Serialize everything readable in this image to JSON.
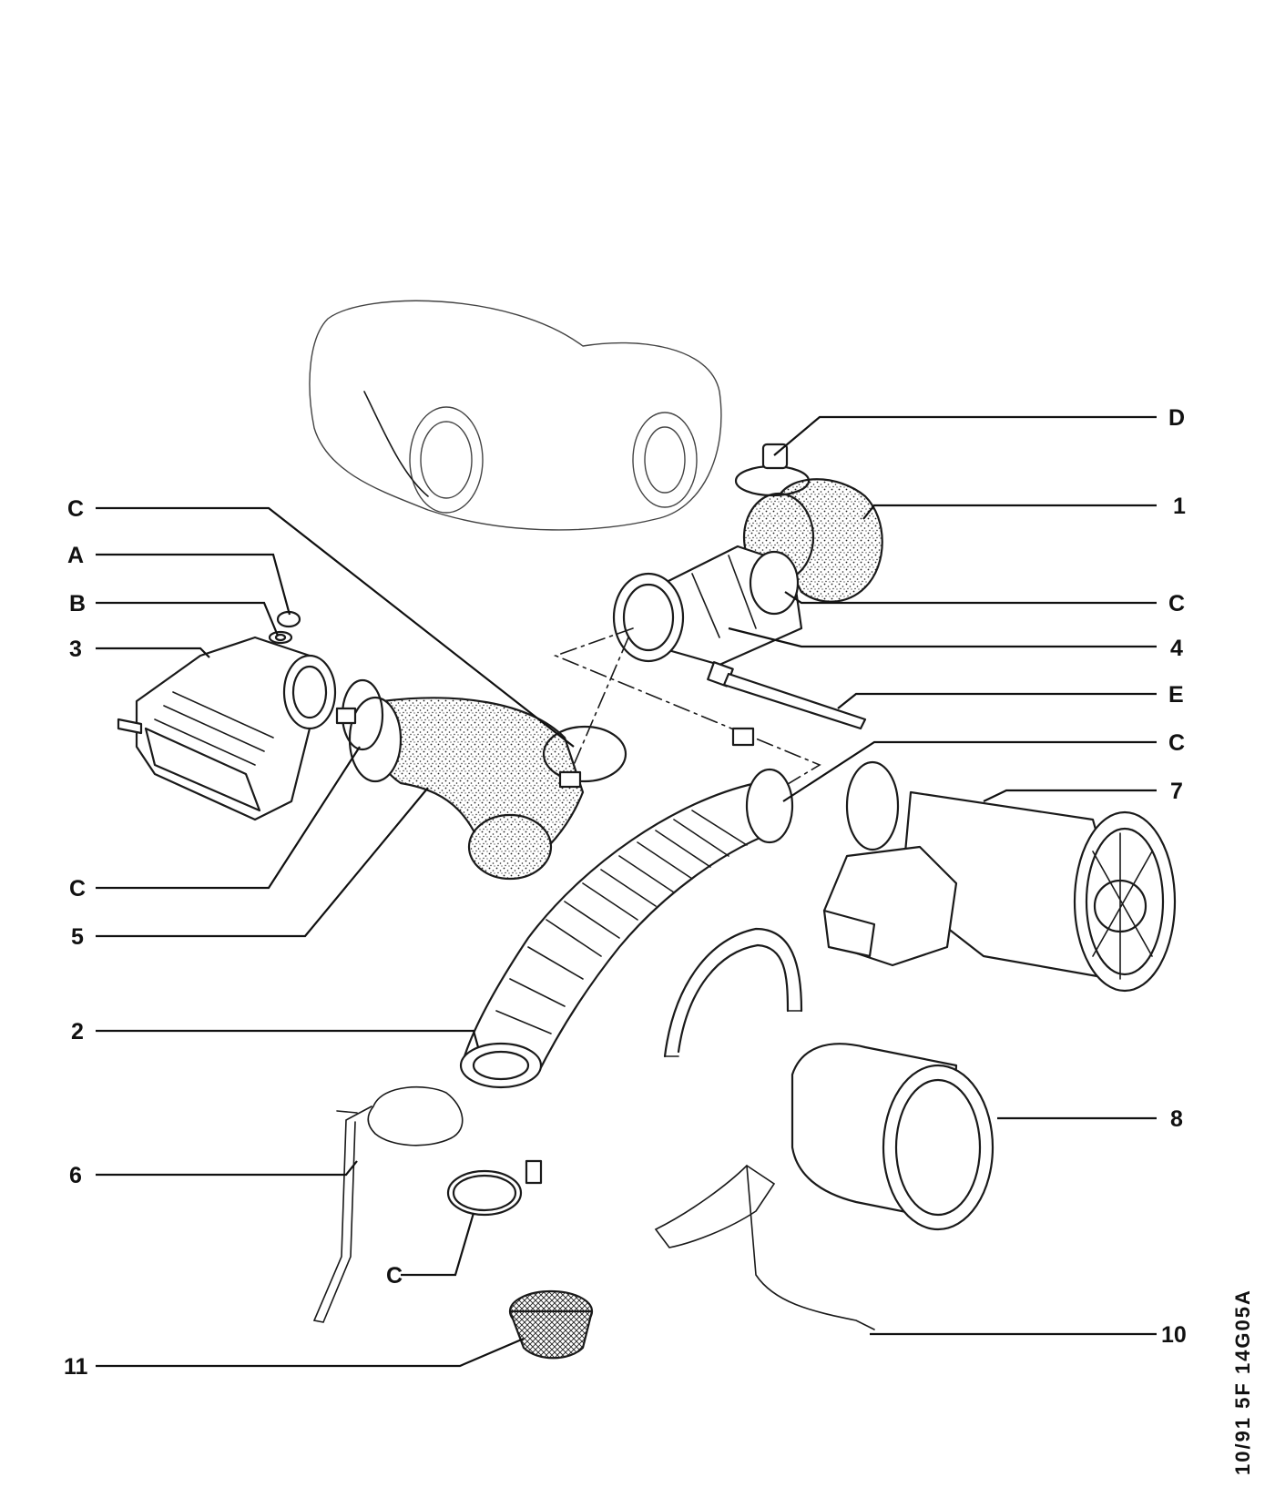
{
  "labels": {
    "D": "D",
    "one": "1",
    "C_top_right": "C",
    "four": "4",
    "E": "E",
    "C_mid_right": "C",
    "seven": "7",
    "eight": "8",
    "ten": "10",
    "C_top_left": "C",
    "A": "A",
    "B": "B",
    "three": "3",
    "C_mid_left": "C",
    "five": "5",
    "two": "2",
    "six": "6",
    "C_bottom": "C",
    "eleven": "11"
  },
  "reference_code": "10/91   5F  14G05A"
}
